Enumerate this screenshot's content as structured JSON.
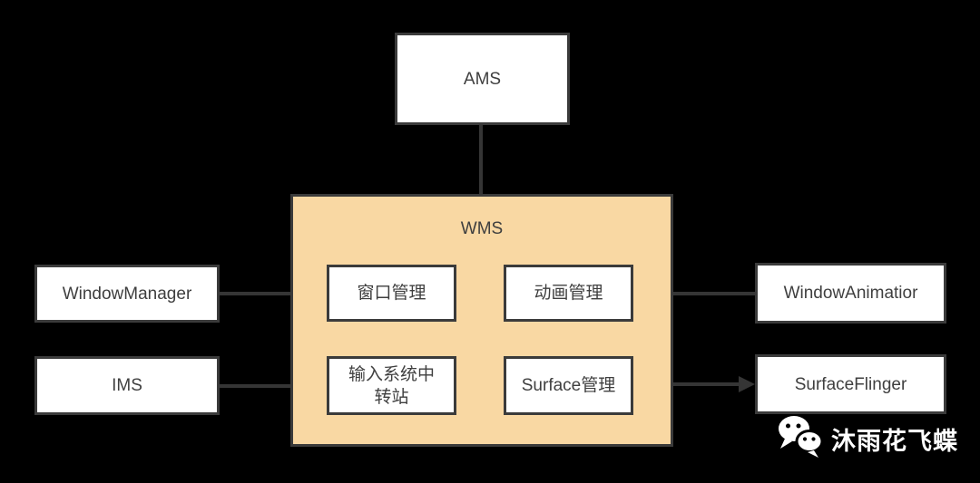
{
  "diagram": {
    "title": "WMS architecture relationship diagram",
    "colors": {
      "background": "#000000",
      "box_fill": "#ffffff",
      "wms_fill": "#f9d8a3",
      "border": "#3b3b3b",
      "line": "#353535",
      "text": "#3f3f3f",
      "watermark": "#ffffff"
    },
    "nodes": {
      "ams": {
        "label": "AMS"
      },
      "wms": {
        "label": "WMS"
      },
      "window_mgmt": {
        "label": "窗口管理"
      },
      "anim_mgmt": {
        "label": "动画管理"
      },
      "input_relay": {
        "label": "输入系统中转站"
      },
      "surface_mgmt": {
        "label": "Surface管理"
      },
      "window_manager": {
        "label": "WindowManager"
      },
      "ims": {
        "label": "IMS"
      },
      "window_animation": {
        "label": "WindowAnimatior"
      },
      "surface_flinger": {
        "label": "SurfaceFlinger"
      }
    },
    "edges": [
      {
        "from": "AMS",
        "to": "WMS",
        "arrow": false
      },
      {
        "from": "WindowManager",
        "to": "窗口管理",
        "arrow": false
      },
      {
        "from": "动画管理",
        "to": "WindowAnimatior",
        "arrow": false
      },
      {
        "from": "IMS",
        "to": "输入系统中转站",
        "arrow": true
      },
      {
        "from": "Surface管理",
        "to": "SurfaceFlinger",
        "arrow": true
      }
    ]
  },
  "watermark": {
    "text": "沐雨花飞蝶",
    "icon": "wechat-icon"
  }
}
